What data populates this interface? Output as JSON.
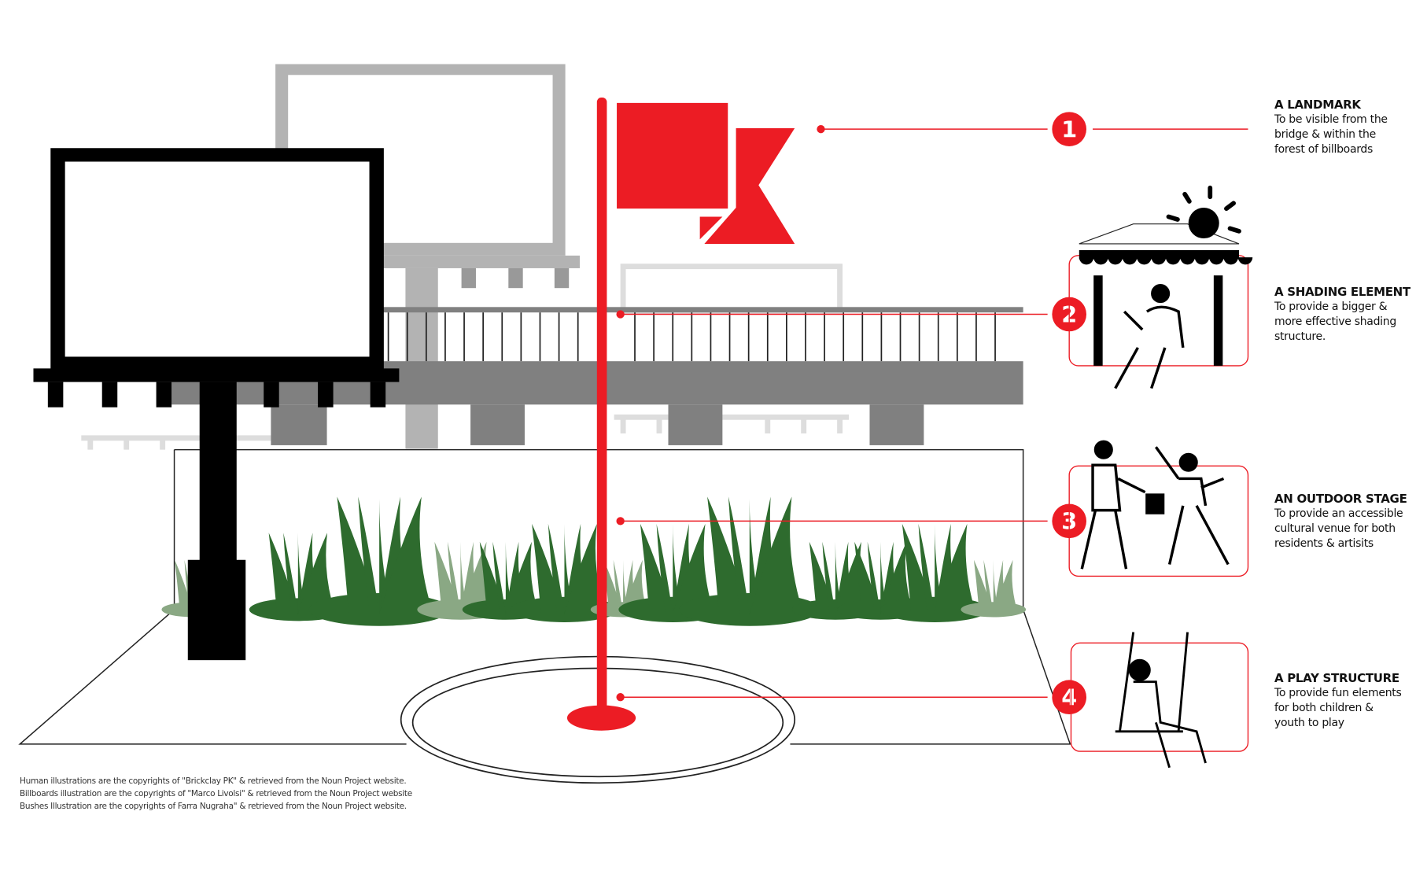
{
  "colors": {
    "accent": "#ec1c24",
    "bridge": "#808080",
    "billboard_grey": "#b3b3b3",
    "bush_dark": "#2e6b2e",
    "bush_light": "#8aa884"
  },
  "callouts": [
    {
      "number": "1",
      "title": "A LANDMARK",
      "lines": [
        "To be visible from the",
        "bridge & within the",
        "forest of billboards"
      ]
    },
    {
      "number": "2",
      "title": "A SHADING ELEMENT",
      "lines": [
        "To provide a bigger &",
        "more effective shading",
        "structure."
      ]
    },
    {
      "number": "3",
      "title": "AN OUTDOOR STAGE",
      "lines": [
        "To provide an accessible",
        "cultural venue for both",
        "residents & artisits"
      ]
    },
    {
      "number": "4",
      "title": "A PLAY STRUCTURE",
      "lines": [
        "To provide fun elements",
        "for both children &",
        "youth to play"
      ]
    }
  ],
  "credits": [
    "Human illustrations are the copyrights of \"Brickclay PK\" & retrieved from the Noun Project website.",
    "Billboards illustration are the copyrights of \"Marco Livolsi\" & retrieved from the Noun Project website",
    "Bushes Illustration are the copyrights of Farra Nugraha\" & retrieved from the Noun Project website."
  ]
}
